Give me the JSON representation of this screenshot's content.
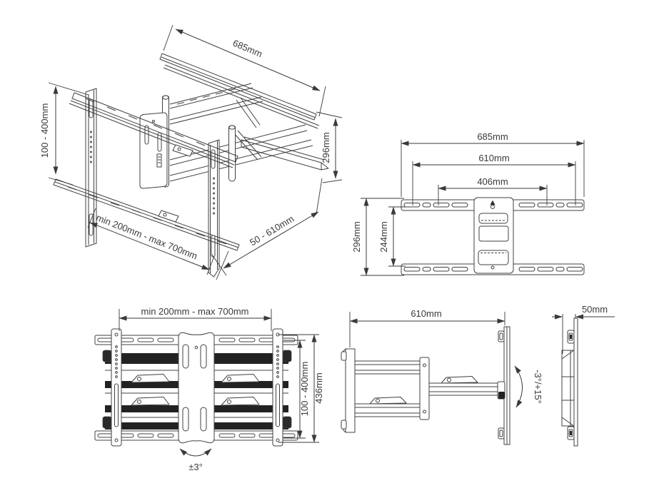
{
  "colors": {
    "line": "#404040",
    "dimension": "#3a3a3a",
    "dark_fill": "#222222",
    "background": "#ffffff"
  },
  "views": {
    "isometric": {
      "dims": {
        "top_width": "685mm",
        "height_range": "100 - 400mm",
        "arm_height": "296mm",
        "width_range": "min 200mm - max 700mm",
        "extension_range": "50 - 610mm"
      }
    },
    "front_bracket": {
      "dims": {
        "outer_width": "685mm",
        "mid_width": "610mm",
        "inner_width": "406mm",
        "outer_height": "296mm",
        "inner_height": "244mm"
      }
    },
    "front_assembled": {
      "dims": {
        "width_range": "min 200mm - max 700mm",
        "height_range": "100 - 400mm",
        "outer_height": "436mm",
        "swivel": "±3°"
      }
    },
    "side_extended": {
      "dims": {
        "arm_length": "610mm",
        "tilt_range": "-3°/+15°"
      }
    },
    "side_profile": {
      "dims": {
        "depth": "50mm"
      }
    }
  }
}
